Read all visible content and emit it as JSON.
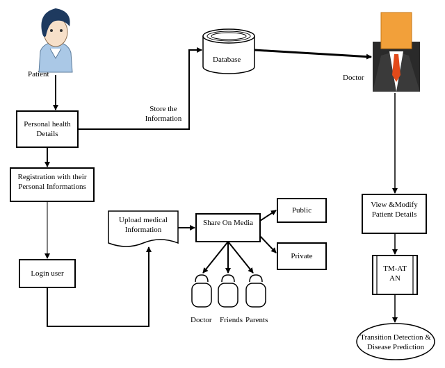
{
  "nodes": {
    "patient": "Patient",
    "personal_health": "Personal health Details",
    "registration": "Registration with their Personal Informations",
    "login": "Login user",
    "upload": "Upload medical Information",
    "share": "Share On Media",
    "public": "Public",
    "private": "Private",
    "database": "Database",
    "doctor": "Doctor",
    "view_modify": "View &Modify Patient Details",
    "tm_atan": "TM-ATAN",
    "transition": "Transition Detection & Disease Prediction"
  },
  "edge_labels": {
    "store": "Store the Information"
  },
  "share_targets": [
    "Doctor",
    "Friends",
    "Parents"
  ]
}
